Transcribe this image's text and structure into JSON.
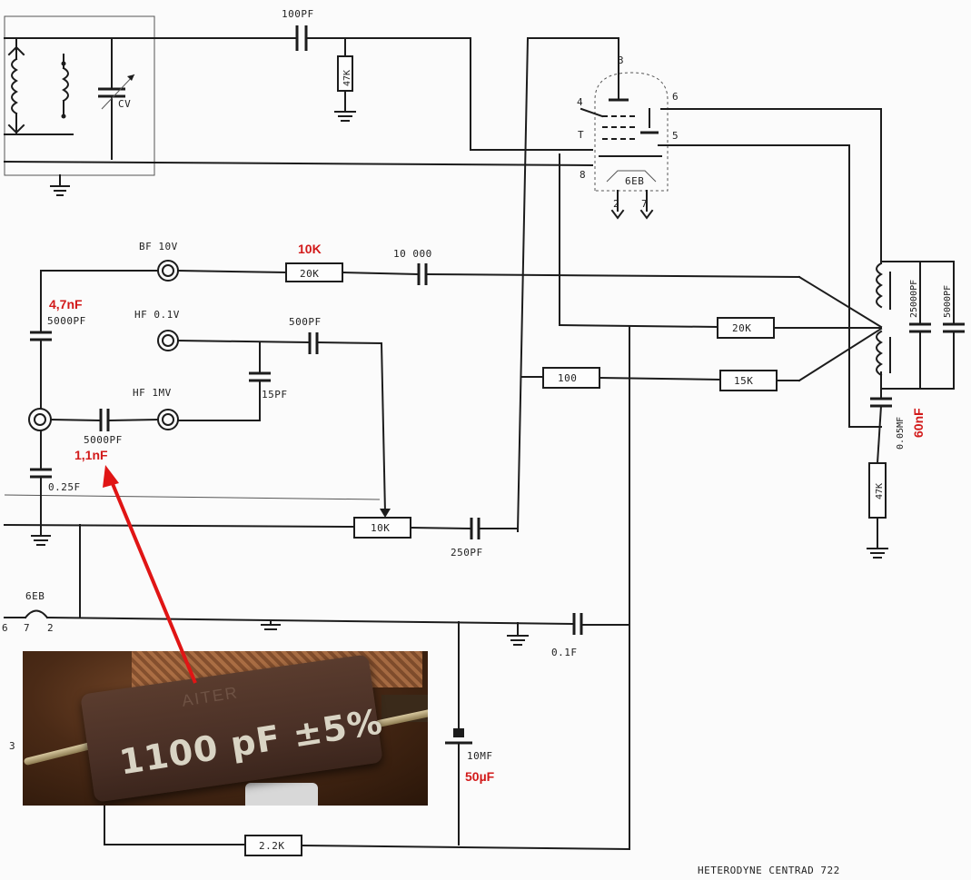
{
  "diagram_title": "HETERODYNE CENTRAD 722",
  "components": {
    "c_top": "100PF",
    "r_top": "47K",
    "cv": "CV",
    "tube_type": "6EB",
    "tube_pins": {
      "p3": "3",
      "p4": "4",
      "p6": "6",
      "pT": "T",
      "p5": "5",
      "p8": "8",
      "p2": "2",
      "p7": "7"
    },
    "bf_out": "BF 10V",
    "r_bf": "20K",
    "c_bf": "10 000",
    "hf_out_01": "HF 0.1V",
    "c_hf": "500PF",
    "c_5000_left": "5000PF",
    "c_15": "15PF",
    "hf_out_1": "HF 1MV",
    "c_5000_mid": "5000PF",
    "c_025": "0.25F",
    "pot": "10K",
    "c_250": "250PF",
    "r_20k_right": "20K",
    "r_100": "100",
    "r_15k": "15K",
    "c_25000": "25000PF",
    "c_5000_right": "5000PF",
    "c_005": "0.05MF",
    "r_47k": "47K",
    "tube_small": "6EB",
    "pins_small": {
      "a": "6",
      "b": "7",
      "c": "2"
    },
    "c_01": "0.1F",
    "c_10": "10MF",
    "r_22": "2.2K",
    "pin3_small": "3"
  },
  "annotations": {
    "a_10k": "10K",
    "a_47nf": "4,7nF",
    "a_11nf": "1,1nF",
    "a_60nf": "60nF",
    "a_50uf": "50µF"
  },
  "photo": {
    "maker": "AITER",
    "marking": "1100 pF ±5%"
  },
  "colors": {
    "annotation": "#d21a1a",
    "ink": "#1c1c1c"
  }
}
